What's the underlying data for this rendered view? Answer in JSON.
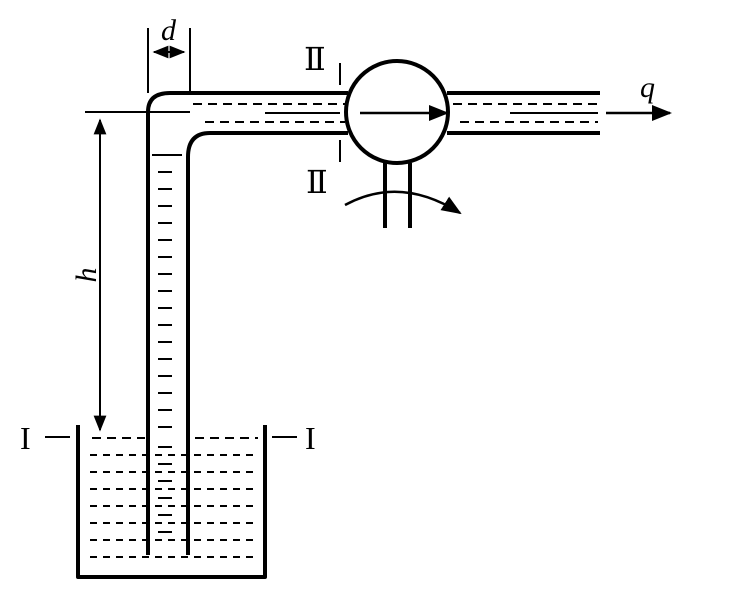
{
  "labels": {
    "diameter": "d",
    "height": "h",
    "flow": "q",
    "section_1_left": "I",
    "section_1_right": "I",
    "section_2_top": "Ⅱ",
    "section_2_bottom": "Ⅱ"
  }
}
